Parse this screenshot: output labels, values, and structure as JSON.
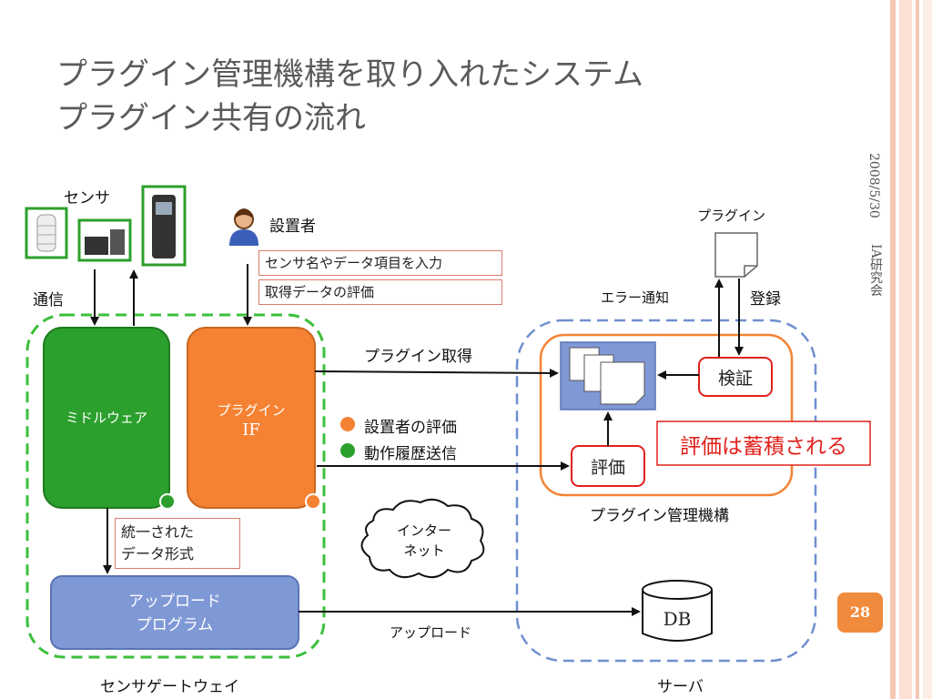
{
  "slide": {
    "title_line1": "プラグイン管理機構を取り入れたシステム",
    "title_line2": "プラグイン共有の流れ",
    "date": "2008/5/30",
    "event": "IA研究会",
    "page_number": "28"
  },
  "colors": {
    "accent_orange": "#f08a3c",
    "middleware_green": "#2ca02c",
    "plugin_if_orange": "#f58233",
    "upload_blue": "#7f98d6",
    "error_red": "#e0201b",
    "gateway_dash": "#3cbf3c",
    "server_dash": "#6f8fd0"
  },
  "diagram": {
    "sensor_label": "センサ",
    "installer_label": "設置者",
    "installer_input": "センサ名やデータ項目を入力",
    "installer_eval": "取得データの評価",
    "comm_label": "通信",
    "middleware": "ミドルウェア",
    "plugin_if_line1": "プラグイン",
    "plugin_if_line2": "IF",
    "unified_line1": "統一された",
    "unified_line2": "データ形式",
    "upload_program_line1": "アップロード",
    "upload_program_line2": "プログラム",
    "gateway_label": "センサゲートウェイ",
    "plugin_get": "プラグイン取得",
    "legend_installer_eval": "設置者の評価",
    "legend_history": "動作履歴送信",
    "internet_line1": "インター",
    "internet_line2": "ネット",
    "upload": "アップロード",
    "db": "DB",
    "server_label": "サーバ",
    "plugin_mgmt": "プラグイン管理機構",
    "verify": "検証",
    "evaluate": "評価",
    "stored": "評価は蓄積される",
    "plugin_doc": "プラグイン",
    "error_notify": "エラー通知",
    "register": "登録"
  }
}
